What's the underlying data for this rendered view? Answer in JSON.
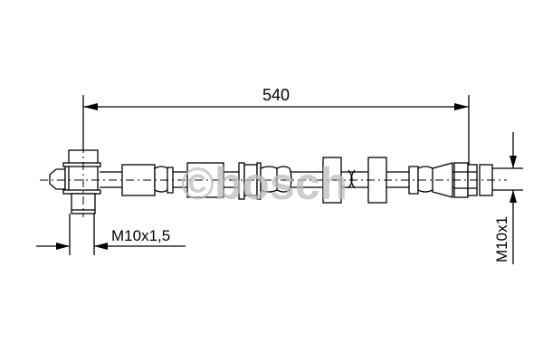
{
  "drawing": {
    "length_label": "540",
    "left_thread_label": "M10x1,5",
    "right_thread_label": "M10x1",
    "watermark": "©bosch"
  }
}
